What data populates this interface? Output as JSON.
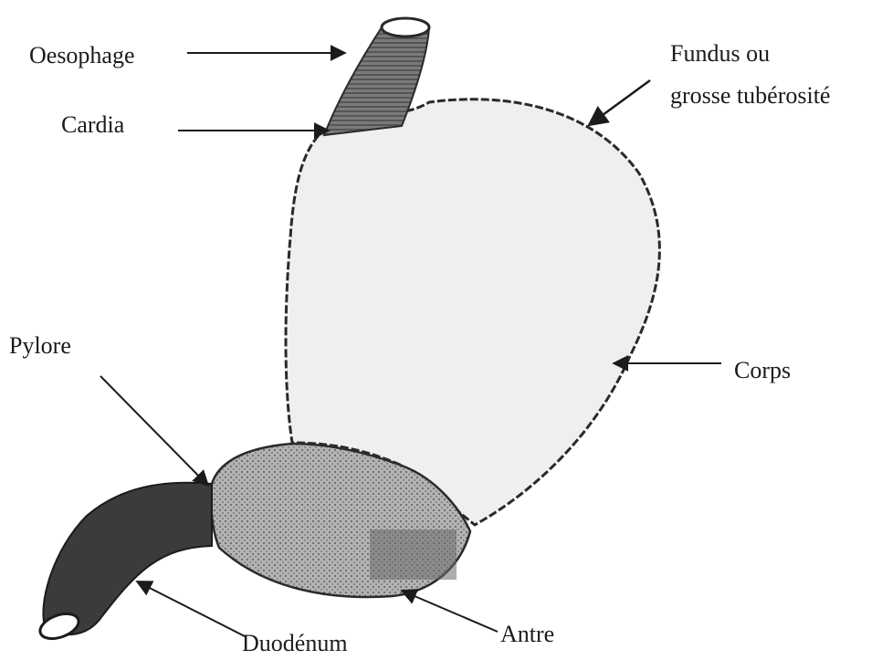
{
  "labels": {
    "oesophage": "Oesophage",
    "cardia": "Cardia",
    "fundus_line1": "Fundus ou",
    "fundus_line2": "grosse tubérosité",
    "pylore": "Pylore",
    "corps": "Corps",
    "antre": "Antre",
    "duodenum": "Duodénum"
  },
  "colors": {
    "outline": "#2a2a2a",
    "body_fill": "#f0f0f0",
    "antre_fill": "#a9a9a9",
    "oesophagus_fill": "#6d6d6d",
    "duodenum_fill": "#3a3a3a",
    "text": "#1b1b1b"
  }
}
